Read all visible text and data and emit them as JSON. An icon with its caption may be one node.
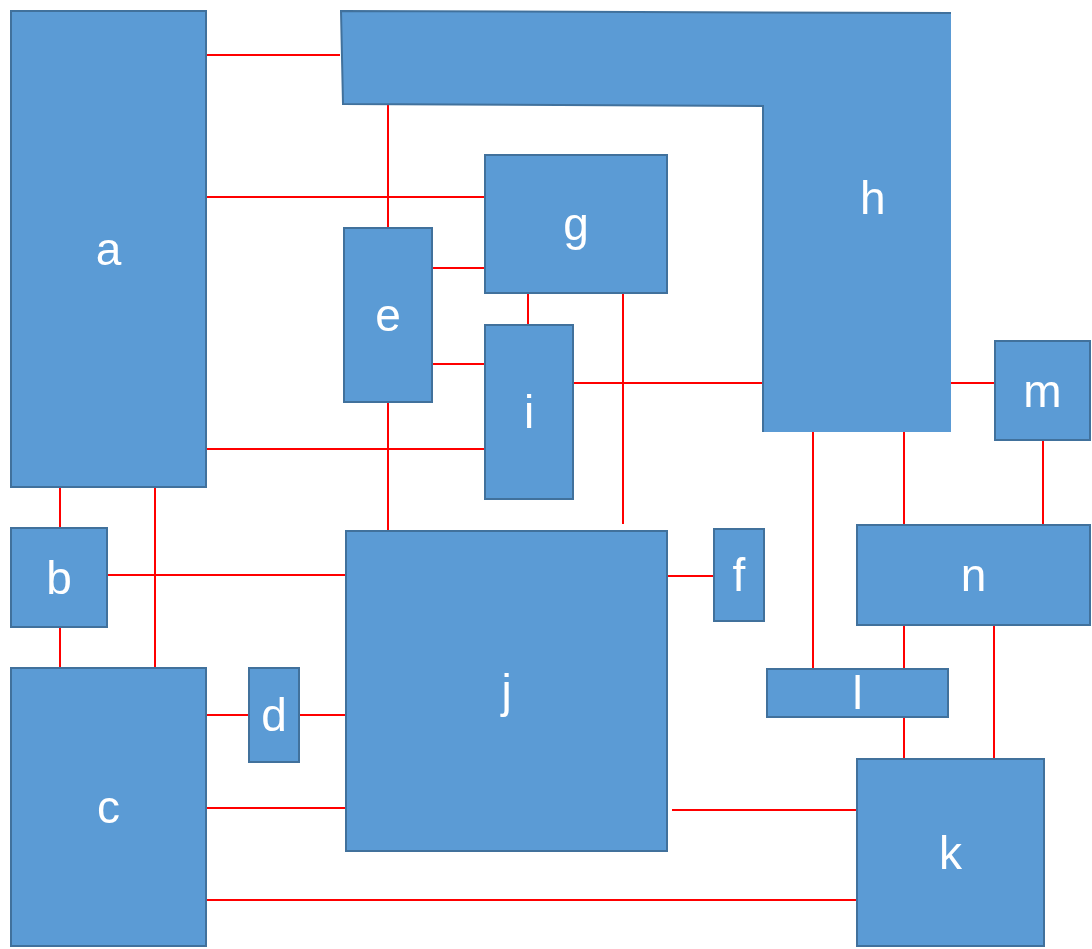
{
  "diagram": {
    "nodes": [
      {
        "text": [
          "a"
        ]
      },
      {
        "text": [
          "b"
        ]
      },
      {
        "text": [
          "c"
        ]
      },
      {
        "text": [
          "d"
        ]
      },
      {
        "text": [
          "e"
        ]
      },
      {
        "text": [
          "f"
        ]
      },
      {
        "text": [
          "g"
        ]
      },
      {
        "text": [
          "h"
        ]
      },
      {
        "text": [
          "i"
        ]
      },
      {
        "text": [
          "j"
        ]
      },
      {
        "text": [
          "k"
        ]
      },
      {
        "text": [
          "l"
        ]
      },
      {
        "text": [
          "m"
        ]
      },
      {
        "text": [
          "n"
        ]
      }
    ],
    "edges": [
      {
        "from": 0,
        "to": 7,
        "arrow": "none"
      },
      {
        "from": 0,
        "to": 6,
        "arrow": "none"
      },
      {
        "from": 0,
        "to": 8,
        "arrow": "none"
      },
      {
        "from": 0,
        "to": 1,
        "arrow": "none"
      },
      {
        "from": 0,
        "to": 2,
        "arrow": "none"
      },
      {
        "from": 1,
        "to": 2,
        "arrow": "none"
      },
      {
        "from": 1,
        "to": 9,
        "arrow": "none"
      },
      {
        "from": 2,
        "to": 3,
        "arrow": "none"
      },
      {
        "from": 3,
        "to": 9,
        "arrow": "none"
      },
      {
        "from": 2,
        "to": 9,
        "arrow": "none"
      },
      {
        "from": 2,
        "to": 10,
        "arrow": "none"
      },
      {
        "from": 4,
        "to": 7,
        "arrow": "none"
      },
      {
        "from": 4,
        "to": 6,
        "arrow": "none"
      },
      {
        "from": 4,
        "to": 8,
        "arrow": "none"
      },
      {
        "from": 4,
        "to": 9,
        "arrow": "none"
      },
      {
        "from": 6,
        "to": 8,
        "arrow": "none"
      },
      {
        "from": 6,
        "to": 9,
        "arrow": "none"
      },
      {
        "from": 8,
        "to": 7,
        "arrow": "none"
      },
      {
        "from": 9,
        "to": 5,
        "arrow": "none"
      },
      {
        "from": 9,
        "to": 10,
        "arrow": "none"
      },
      {
        "from": 7,
        "to": 12,
        "arrow": "none"
      },
      {
        "from": 7,
        "to": 13,
        "arrow": "none"
      },
      {
        "from": 7,
        "to": 11,
        "arrow": "none"
      },
      {
        "from": 12,
        "to": 13,
        "arrow": "none"
      },
      {
        "from": 13,
        "to": 11,
        "arrow": "none"
      },
      {
        "from": 13,
        "to": 10,
        "arrow": "none"
      },
      {
        "from": 11,
        "to": 10,
        "arrow": "none"
      }
    ]
  }
}
